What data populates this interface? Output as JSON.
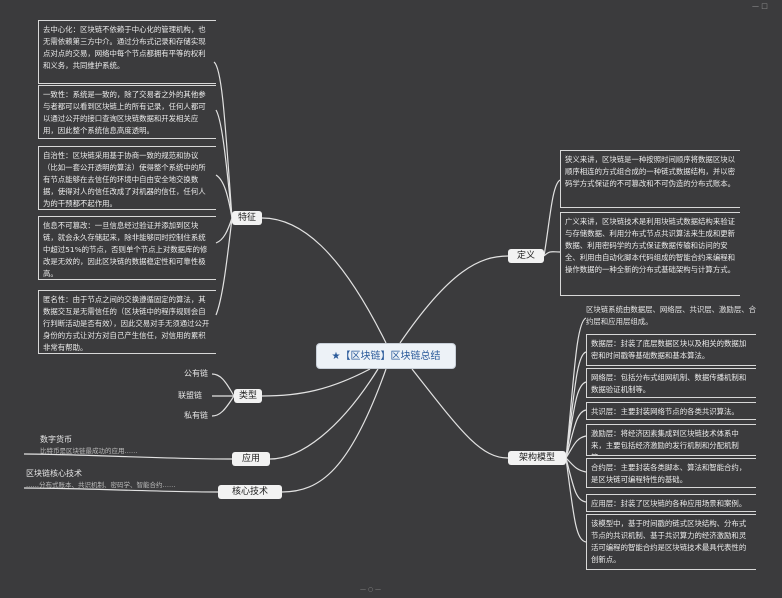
{
  "center_title": "★【区块链】区块链总结",
  "top_right_control": "— □",
  "branches": {
    "features": {
      "label": "特征",
      "items": [
        "去中心化：区块链不依赖于中心化的管理机构，也无需依赖第三方中介。通过分布式记录和存储实现点对点的交易，网络中每个节点都拥有平等的权利和义务，共同维护系统。",
        "一致性：系统是一致的，除了交易者之外的其他参与者都可以看到区块链上的所有记录，任何人都可以通过公开的接口查询区块链数据和开发相关应用，因此整个系统信息高度透明。",
        "自治性：区块链采用基于协商一致的规范和协议（比如一套公开透明的算法）使得整个系统中的所有节点能够在去信任的环境中自由安全地交换数据，使得对人的信任改成了对机器的信任，任何人为的干预都不起作用。",
        "信息不可篡改：一旦信息经过验证并添加到区块链，就会永久存储起来，除非能够同时控制住系统中超过51%的节点，否则单个节点上对数据库的修改是无效的，因此区块链的数据稳定性和可靠性极高。",
        "匿名性：由于节点之间的交换遵循固定的算法，其数据交互是无需信任的（区块链中的程序规则会自行判断活动是否有效），因此交易对手无须通过公开身份的方式让对方对自己产生信任，对信用的累积非常有帮助。"
      ]
    },
    "category": {
      "label": "类型",
      "items": [
        "公有链",
        "联盟链",
        "私有链"
      ]
    },
    "application": {
      "label": "应用",
      "title": "数字货币",
      "note": "比特币是区块链最成功的应用……"
    },
    "core_tech": {
      "label": "核心技术",
      "title": "区块链核心技术",
      "note": "……分布式账本、共识机制、密码学、智能合约……"
    },
    "definition": {
      "label": "定义",
      "items": [
        "狭义来讲，区块链是一种按照时间顺序将数据区块以顺序相连的方式组合成的一种链式数据结构，并以密码学方式保证的不可篡改和不可伪造的分布式账本。",
        "广义来讲，区块链技术是利用块链式数据结构来验证与存储数据、利用分布式节点共识算法来生成和更新数据、利用密码学的方式保证数据传输和访问的安全、利用由自动化脚本代码组成的智能合约来编程和操作数据的一种全新的分布式基础架构与计算方式。"
      ]
    },
    "architecture": {
      "label": "架构模型",
      "intro": "区块链系统由数据层、网络层、共识层、激励层、合约层和应用层组成。",
      "items": [
        "数据层：封装了底层数据区块以及相关的数据加密和时间戳等基础数据和基本算法。",
        "网络层：包括分布式组网机制、数据传播机制和数据验证机制等。",
        "共识层：主要封装网络节点的各类共识算法。",
        "激励层：将经济因素集成到区块链技术体系中来，主要包括经济激励的发行机制和分配机制等。",
        "合约层：主要封装各类脚本、算法和智能合约，是区块链可编程特性的基础。",
        "应用层：封装了区块链的各种应用场景和案例。",
        "该模型中，基于时间戳的链式区块结构、分布式节点的共识机制、基于共识算力的经济激励和灵活可编程的智能合约是区块链技术最具代表性的创新点。"
      ]
    }
  },
  "footer": "— ○ —"
}
